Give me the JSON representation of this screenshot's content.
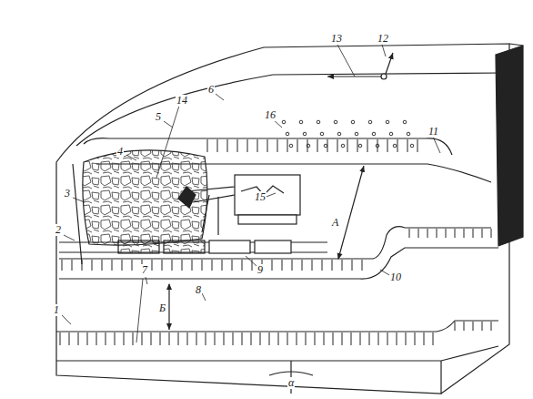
{
  "diagram": {
    "labels": [
      "1",
      "2",
      "3",
      "4",
      "5",
      "6",
      "7",
      "8",
      "9",
      "10",
      "11",
      "12",
      "13",
      "14",
      "15",
      "16",
      "А",
      "Б",
      "α"
    ]
  }
}
